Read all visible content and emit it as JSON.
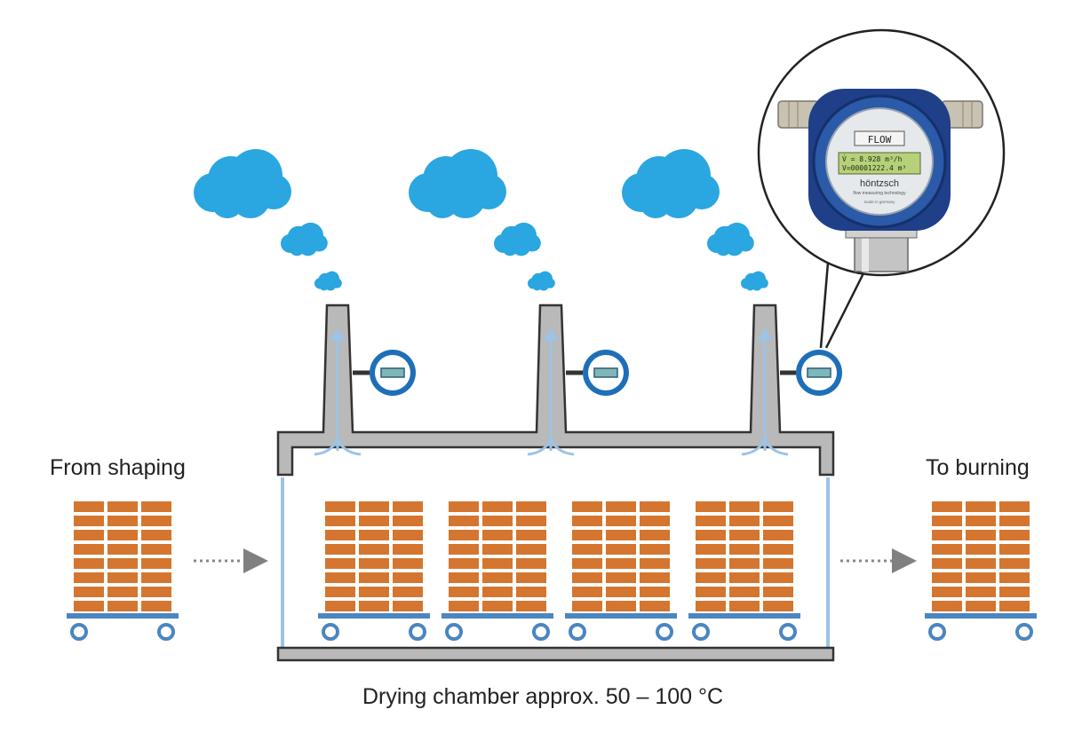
{
  "labels": {
    "from": "From shaping",
    "to": "To burning",
    "chamber": "Drying chamber approx. 50 – 100 °C"
  },
  "device": {
    "display_title": "FLOW",
    "line1": "V̇ =   8.928  m³/h",
    "line2": "V=00001222.4 m³",
    "brand": "höntzsch",
    "tagline": "flow measuring technology",
    "origin": "made in germany"
  },
  "colors": {
    "cloud": "#2aa6e0",
    "brick": "#d4762f",
    "cart": "#4a86c0",
    "building": "#b9b9b9",
    "building_stroke": "#333333",
    "airflow": "#9dc3e6",
    "meter_ring": "#1e6fb8",
    "meter_screen": "#7fb7b8",
    "lcd": "#b7d07a"
  },
  "icons": [
    "cloud-icon",
    "flow-meter-icon",
    "brick-cart-icon",
    "arrow-right-icon",
    "airflow-arrow-icon"
  ]
}
